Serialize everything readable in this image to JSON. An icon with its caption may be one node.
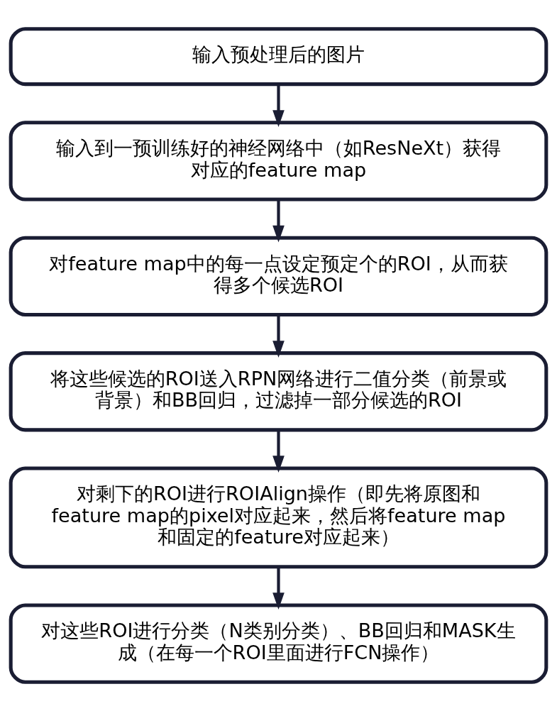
{
  "diagram": {
    "nodes": [
      {
        "text": [
          "输入预处理后的图片"
        ]
      },
      {
        "text": [
          "输入到一预训练好的神经网络中（如ResNeXt）获得对应的feature map"
        ]
      },
      {
        "text": [
          "对feature map中的每一点设定预定个的ROI，从而获得多个候选ROI"
        ]
      },
      {
        "text": [
          "将这些候选的ROI送入RPN网络进行二值分类（前景或背景）和BB回归，过滤掉一部分候选的ROI"
        ]
      },
      {
        "text": [
          "对剩下的ROI进行ROIAlign操作（即先将原图和feature map的pixel对应起来，然后将feature map和固定的feature对应起来）"
        ]
      },
      {
        "text": [
          "对这些ROI进行分类（N类别分类）、BB回归和MASK生成（在每一个ROI里面进行FCN操作）"
        ]
      }
    ],
    "edges": [
      {
        "from": 0,
        "to": 1,
        "arrow": "to"
      },
      {
        "from": 1,
        "to": 2,
        "arrow": "to"
      },
      {
        "from": 2,
        "to": 3,
        "arrow": "to"
      },
      {
        "from": 3,
        "to": 4,
        "arrow": "to"
      },
      {
        "from": 4,
        "to": 5,
        "arrow": "to"
      }
    ]
  }
}
